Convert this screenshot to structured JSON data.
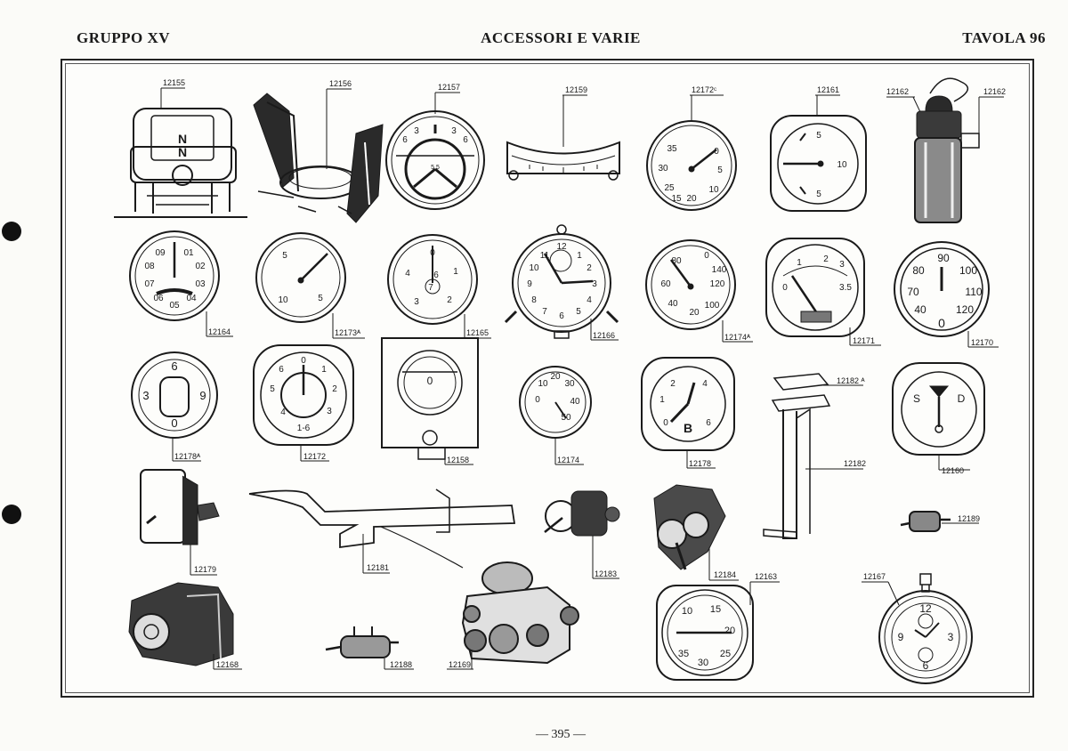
{
  "header": {
    "left": "GRUPPO XV",
    "center": "ACCESSORI E VARIE",
    "right": "TAVOLA 96"
  },
  "footer": {
    "page": "— 395 —"
  },
  "parts": [
    {
      "code": "12155",
      "kind": "compass"
    },
    {
      "code": "12156",
      "kind": "mount-bracket"
    },
    {
      "code": "12157",
      "kind": "artificial-horizon"
    },
    {
      "code": "12159",
      "kind": "level-indicator"
    },
    {
      "code": "12172ᶜ",
      "kind": "gauge"
    },
    {
      "code": "12161",
      "kind": "gauge"
    },
    {
      "code": "12162",
      "kind": "oxygen-bottle"
    },
    {
      "code": "12164",
      "kind": "gauge"
    },
    {
      "code": "12173ᴬ",
      "kind": "gauge"
    },
    {
      "code": "12165",
      "kind": "gauge"
    },
    {
      "code": "12166",
      "kind": "gauge"
    },
    {
      "code": "12174ᴬ",
      "kind": "gauge"
    },
    {
      "code": "12171",
      "kind": "gauge"
    },
    {
      "code": "12170",
      "kind": "gauge"
    },
    {
      "code": "12178ᴬ",
      "kind": "gauge"
    },
    {
      "code": "12172",
      "kind": "gauge"
    },
    {
      "code": "12158",
      "kind": "gauge"
    },
    {
      "code": "12174",
      "kind": "gauge"
    },
    {
      "code": "12178",
      "kind": "gauge"
    },
    {
      "code": "12182 ᴬ",
      "kind": "bracket"
    },
    {
      "code": "12182",
      "kind": "bracket"
    },
    {
      "code": "12160",
      "kind": "gauge"
    },
    {
      "code": "12179",
      "kind": "switch-box"
    },
    {
      "code": "12181",
      "kind": "pitot-tube"
    },
    {
      "code": "12183",
      "kind": "pump"
    },
    {
      "code": "12184",
      "kind": "valve-assembly"
    },
    {
      "code": "12189",
      "kind": "filter"
    },
    {
      "code": "12168",
      "kind": "motor"
    },
    {
      "code": "12188",
      "kind": "filter"
    },
    {
      "code": "12169",
      "kind": "manifold"
    },
    {
      "code": "12163",
      "kind": "clock"
    },
    {
      "code": "12167",
      "kind": "stopwatch"
    }
  ],
  "dial_labels": {
    "g12155": [
      "N",
      "N"
    ],
    "g12157": [
      "6",
      "3",
      "3",
      "6",
      "5 5"
    ],
    "g12172C": [
      "35",
      "0",
      "30",
      "5",
      "25",
      "10",
      "20",
      "15"
    ],
    "g12161": [
      "5",
      "10",
      "5"
    ],
    "g12164": [
      "09",
      "01",
      "08",
      "02",
      "07",
      "03",
      "06",
      "04",
      "05"
    ],
    "g12173A": [
      "5",
      "10",
      "5"
    ],
    "g12165": [
      "0",
      "1",
      "2",
      "3",
      "4",
      "6",
      "7"
    ],
    "g12166": [
      "12",
      "3",
      "6",
      "9",
      "1",
      "2",
      "4",
      "5",
      "7",
      "8",
      "10",
      "11"
    ],
    "g12174A": [
      "80",
      "60",
      "40",
      "20",
      "0",
      "100",
      "120",
      "140"
    ],
    "g12171": [
      "0",
      "1",
      "2",
      "3",
      "3.5"
    ],
    "g12170": [
      "90",
      "80",
      "100",
      "70",
      "110",
      "40",
      "120",
      "0"
    ],
    "g12178A": [
      "6",
      "3",
      "9",
      "0"
    ],
    "g12172": [
      "0",
      "1",
      "2",
      "3",
      "4",
      "5",
      "6",
      "1-6"
    ],
    "g12158": [
      "0"
    ],
    "g12174": [
      "0",
      "10",
      "20",
      "30",
      "40",
      "50"
    ],
    "g12178": [
      "0",
      "2",
      "4",
      "6",
      "1",
      "B"
    ],
    "g12160": [
      "S",
      "D"
    ],
    "g12163": [
      "15",
      "10",
      "20",
      "35",
      "30",
      "25"
    ],
    "g12167": [
      "12",
      "3",
      "6",
      "9"
    ]
  }
}
